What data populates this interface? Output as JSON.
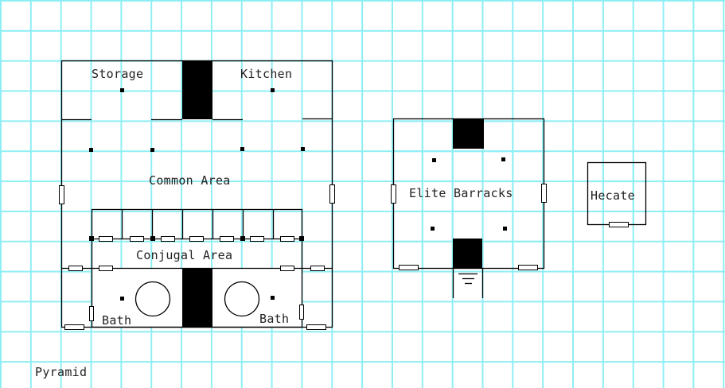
{
  "map": {
    "title": "Pyramid",
    "grid_color": "#8eeef4",
    "line_color": "#000000",
    "buildings": [
      {
        "name": "Pyramid",
        "rooms": [
          {
            "label": "Storage"
          },
          {
            "label": "Kitchen"
          },
          {
            "label": "Common Area"
          },
          {
            "label": "Conjugal Area"
          },
          {
            "label": "Bath",
            "side": "left"
          },
          {
            "label": "Bath",
            "side": "right"
          }
        ]
      },
      {
        "name": "Elite Barracks",
        "rooms": [
          {
            "label": "Elite Barracks"
          }
        ],
        "features": [
          "stairs-down"
        ]
      },
      {
        "name": "Hecate",
        "rooms": [
          {
            "label": "Hecate"
          }
        ]
      }
    ]
  }
}
